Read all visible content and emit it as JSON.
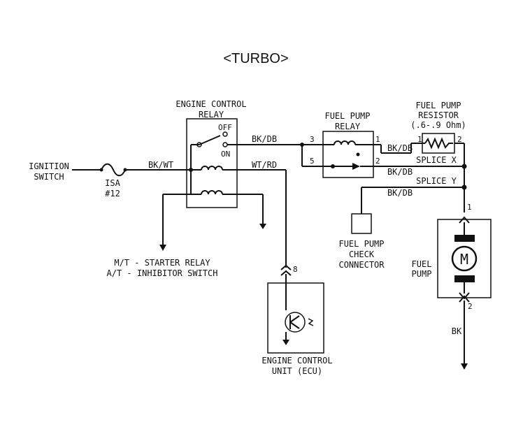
{
  "title": "<TURBO>",
  "ignition_switch": [
    "IGNITION",
    "SWITCH"
  ],
  "fuse": [
    "ISA",
    "#12"
  ],
  "engine_control_relay": {
    "label": [
      "ENGINE CONTROL",
      "RELAY"
    ],
    "off": "OFF",
    "on": "ON"
  },
  "fuel_pump_relay": {
    "label": [
      "FUEL PUMP",
      "RELAY"
    ],
    "pins": {
      "p1": "1",
      "p2": "2",
      "p3": "3",
      "p5": "5"
    }
  },
  "fuel_pump_resistor": {
    "label": [
      "FUEL PUMP",
      "RESISTOR",
      "(.6-.9 Ohm)"
    ],
    "pins": {
      "p1": "1",
      "p2": "2"
    }
  },
  "wires": {
    "bk_db_1": "BK/DB",
    "bk_wt": "BK/WT",
    "wt_rd": "WT/RD",
    "bk_db_2": "BK/DB",
    "bk_db_3": "BK/DB",
    "bk_db_4": "BK/DB",
    "bk": "BK"
  },
  "splices": {
    "x": "SPLICE X",
    "y": "SPLICE Y"
  },
  "fuel_pump_check_connector": [
    "FUEL PUMP",
    "CHECK",
    "CONNECTOR"
  ],
  "fuel_pump": {
    "label": [
      "FUEL",
      "PUMP"
    ],
    "motor": "M",
    "pin_top": "1",
    "pin_bottom": "2"
  },
  "starter_relay_note": [
    "M/T - STARTER RELAY",
    "A/T - INHIBITOR SWITCH"
  ],
  "ecu": {
    "label": [
      "ENGINE CONTROL",
      "UNIT (ECU)"
    ],
    "pin": "8"
  }
}
